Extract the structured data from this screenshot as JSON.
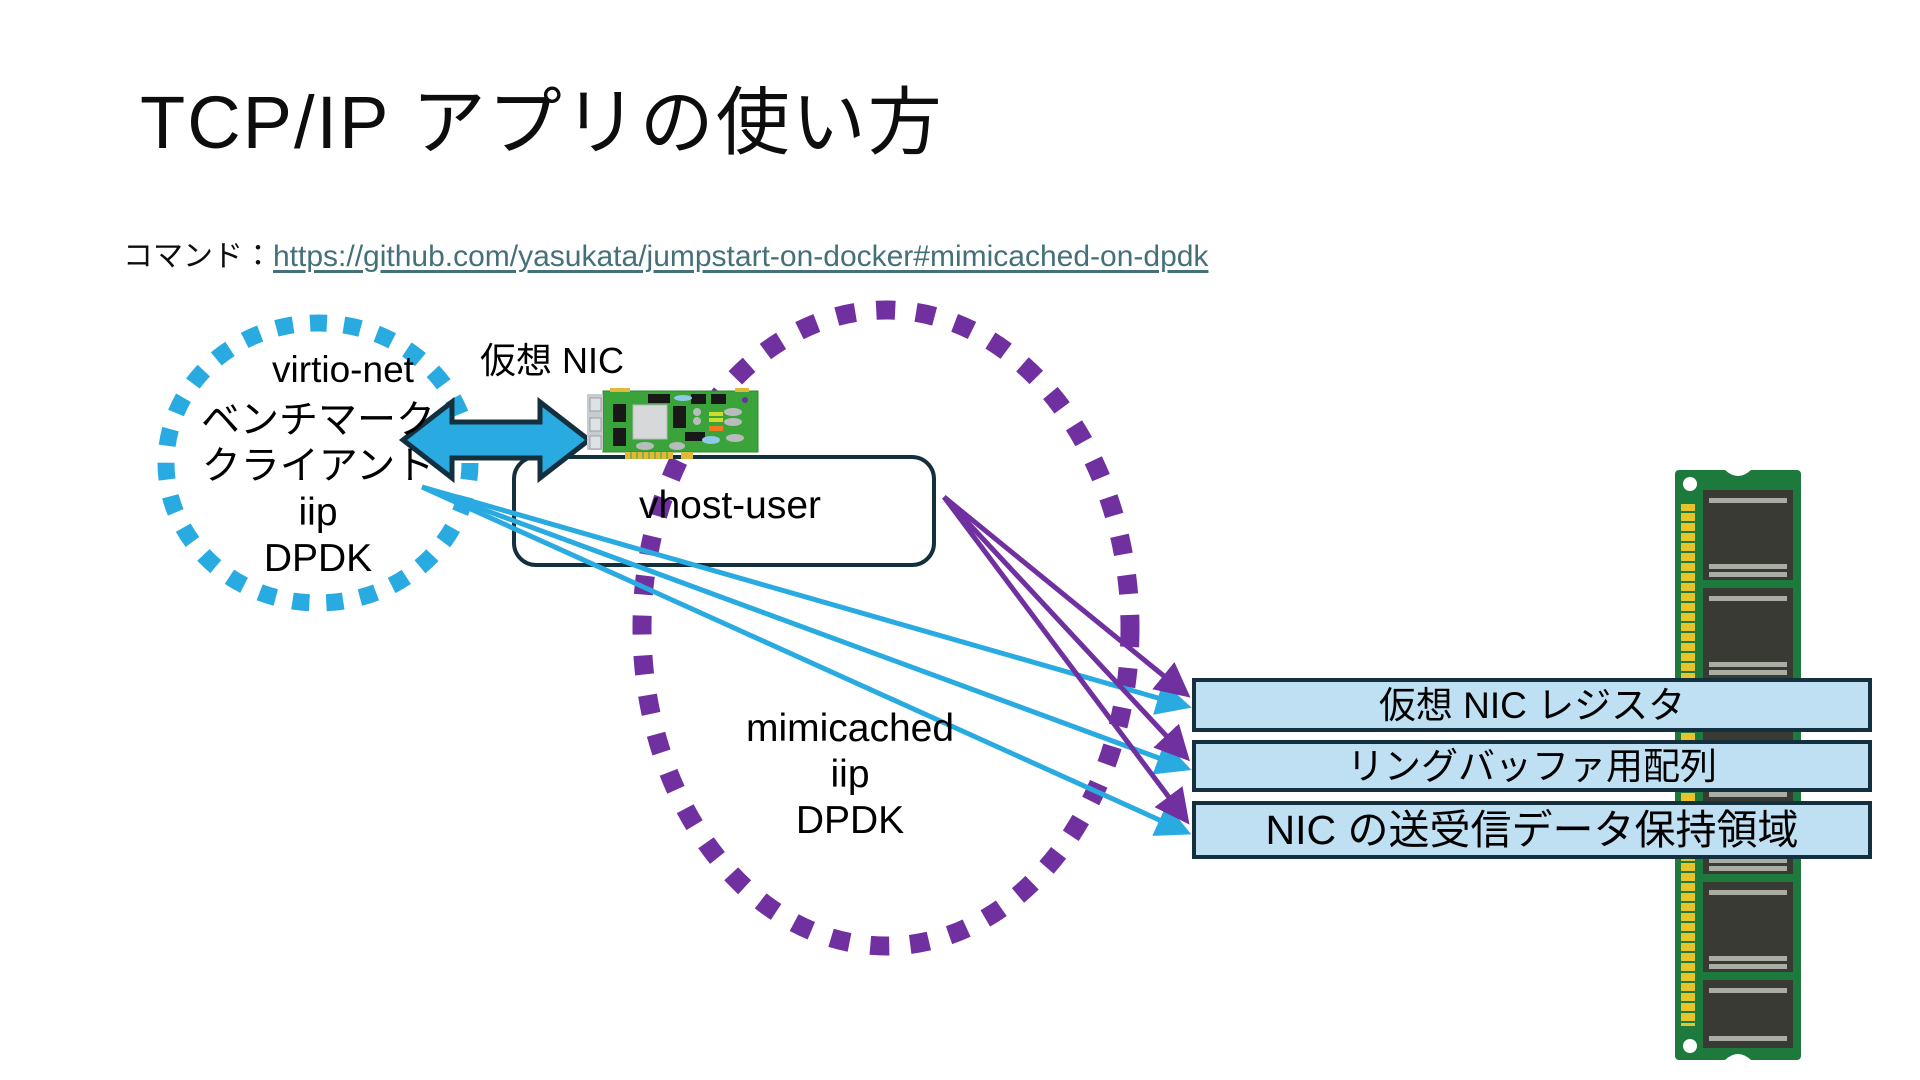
{
  "slide": {
    "title": "TCP/IP アプリの使い方",
    "command": {
      "label": "コマンド：",
      "url": "https://github.com/yasukata/jumpstart-on-docker#mimicached-on-dpdk",
      "url_color": "#44707a"
    }
  },
  "diagram": {
    "client_circle": {
      "outline_color": "#29abe2",
      "outline_style": "dotted",
      "top_label": "virtio-net",
      "lines": [
        "ベンチマーク",
        "クライアント",
        "iip",
        "DPDK"
      ],
      "text": "ベンチマーク\nクライアント\niip\nDPDK"
    },
    "server_circle": {
      "outline_color": "#7030a0",
      "outline_style": "dotted",
      "lines": [
        "mimicached",
        "iip",
        "DPDK"
      ],
      "text": "mimicached\niip\nDPDK"
    },
    "nic": {
      "label": "仮想 NIC",
      "icon": "network-interface-card-icon"
    },
    "vhost_box": {
      "label": "vhost-user",
      "border_color": "#14303f",
      "shape": "rounded-rectangle"
    },
    "exchange_arrow": {
      "icon": "double-headed-arrow-icon",
      "color": "#29abe2",
      "outline_color": "#14303f"
    },
    "ram": {
      "icon": "memory-module-icon",
      "pcb_color": "#1e7a3c",
      "pin_color": "#e8c32a",
      "chip_color": "#3a3a35"
    },
    "memory_regions": {
      "fill_color": "#bfe0f2",
      "border_color": "#14303f",
      "items": [
        {
          "label": "仮想 NIC レジスタ"
        },
        {
          "label": "リングバッファ用配列"
        },
        {
          "label": "NIC の送受信データ保持領域"
        }
      ]
    },
    "connectors": {
      "client_to_memory": {
        "color": "#29abe2",
        "count": 3,
        "description": "ベンチマーククライアントから3つのメモリ領域への矢印"
      },
      "vhost_to_memory": {
        "color": "#7030a0",
        "count": 3,
        "description": "vhost-userから3つのメモリ領域への矢印"
      }
    }
  }
}
